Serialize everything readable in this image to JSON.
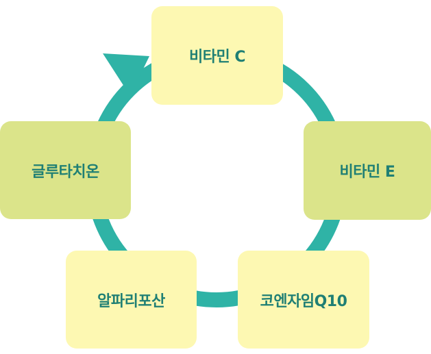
{
  "diagram": {
    "nodes": [
      {
        "label": "비타민 C"
      },
      {
        "label": "비타민 E"
      },
      {
        "label": "코엔자임Q10"
      },
      {
        "label": "알파리포산"
      },
      {
        "label": "글루타치온"
      }
    ],
    "colors": {
      "ring": "#2fb3a6",
      "node_yellow": "#fdf8b2",
      "node_green": "#dbe48a",
      "text": "#1f7f74"
    }
  }
}
